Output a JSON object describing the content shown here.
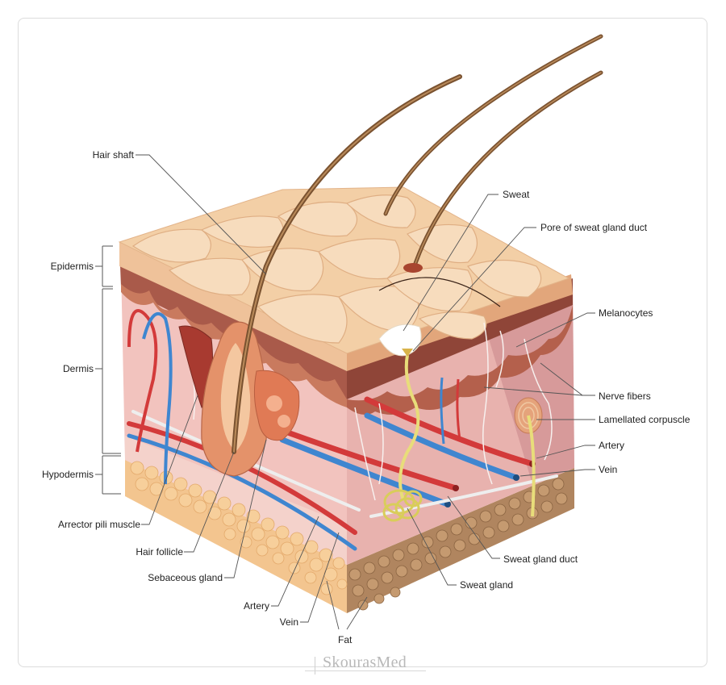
{
  "labels": {
    "hair_shaft": "Hair shaft",
    "epidermis": "Epidermis",
    "dermis": "Dermis",
    "hypodermis": "Hypodermis",
    "arrector_pili_muscle": "Arrector pili muscle",
    "hair_follicle": "Hair follicle",
    "sebaceous_gland": "Sebaceous gland",
    "artery_front": "Artery",
    "vein_front": "Vein",
    "fat": "Fat",
    "sweat": "Sweat",
    "pore_of_sweat_gland_duct": "Pore of sweat gland duct",
    "melanocytes": "Melanocytes",
    "nerve_fibers": "Nerve fibers",
    "lamellated_corpuscle": "Lamellated corpuscle",
    "artery_side": "Artery",
    "vein_side": "Vein",
    "sweat_gland_duct": "Sweat gland duct",
    "sweat_gland": "Sweat gland"
  },
  "watermark": "SkourasMed",
  "colors": {
    "epidermis_top": "#f3cfa6",
    "epidermis_edge": "#e9b48a",
    "dermis_band": "#a9564a",
    "dermis": "#f2c1bd",
    "hypodermis": "#f6d6d0",
    "fat": "#f3c089",
    "fat_dark": "#a8805d",
    "artery": "#d33a3a",
    "vein": "#3f86d0",
    "nerve": "#ffffff",
    "sweat_gland": "#e8dd7a",
    "hair": "#8a6038"
  }
}
